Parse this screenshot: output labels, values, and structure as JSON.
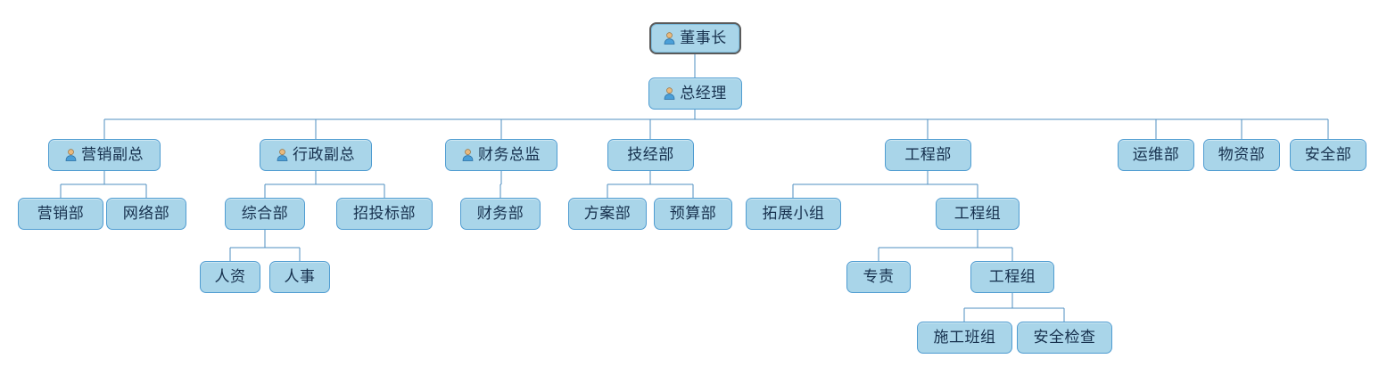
{
  "chart_data": {
    "type": "diagram",
    "subtype": "organization-chart",
    "title": "",
    "orientation": "top-down",
    "colors": {
      "node_fill": "#a9d5e9",
      "node_border": "#4f9cd1",
      "node_text": "#16304d",
      "edge": "#4f8fc0",
      "selected_border": "#5a5a5a",
      "background": "#ffffff"
    },
    "nodes": [
      {
        "id": "n1",
        "label": "董事长",
        "icon": "person-icon",
        "level": 1,
        "selected": true,
        "parent": null
      },
      {
        "id": "n2",
        "label": "总经理",
        "icon": "person-icon",
        "level": 2,
        "selected": false,
        "parent": "n1"
      },
      {
        "id": "n3",
        "label": "营销副总",
        "icon": "person-icon",
        "level": 3,
        "selected": false,
        "parent": "n2"
      },
      {
        "id": "n4",
        "label": "行政副总",
        "icon": "person-icon",
        "level": 3,
        "selected": false,
        "parent": "n2"
      },
      {
        "id": "n5",
        "label": "财务总监",
        "icon": "person-icon",
        "level": 3,
        "selected": false,
        "parent": "n2"
      },
      {
        "id": "n6",
        "label": "技经部",
        "icon": null,
        "level": 3,
        "selected": false,
        "parent": "n2"
      },
      {
        "id": "n7",
        "label": "工程部",
        "icon": null,
        "level": 3,
        "selected": false,
        "parent": "n2"
      },
      {
        "id": "n8",
        "label": "运维部",
        "icon": null,
        "level": 3,
        "selected": false,
        "parent": "n2"
      },
      {
        "id": "n9",
        "label": "物资部",
        "icon": null,
        "level": 3,
        "selected": false,
        "parent": "n2"
      },
      {
        "id": "n10",
        "label": "安全部",
        "icon": null,
        "level": 3,
        "selected": false,
        "parent": "n2"
      },
      {
        "id": "n11",
        "label": "营销部",
        "icon": null,
        "level": 4,
        "selected": false,
        "parent": "n3"
      },
      {
        "id": "n12",
        "label": "网络部",
        "icon": null,
        "level": 4,
        "selected": false,
        "parent": "n3"
      },
      {
        "id": "n13",
        "label": "综合部",
        "icon": null,
        "level": 4,
        "selected": false,
        "parent": "n4"
      },
      {
        "id": "n14",
        "label": "招投标部",
        "icon": null,
        "level": 4,
        "selected": false,
        "parent": "n4"
      },
      {
        "id": "n15",
        "label": "财务部",
        "icon": null,
        "level": 4,
        "selected": false,
        "parent": "n5"
      },
      {
        "id": "n16",
        "label": "方案部",
        "icon": null,
        "level": 4,
        "selected": false,
        "parent": "n6"
      },
      {
        "id": "n17",
        "label": "预算部",
        "icon": null,
        "level": 4,
        "selected": false,
        "parent": "n6"
      },
      {
        "id": "n18",
        "label": "拓展小组",
        "icon": null,
        "level": 4,
        "selected": false,
        "parent": "n7"
      },
      {
        "id": "n19",
        "label": "工程组",
        "icon": null,
        "level": 4,
        "selected": false,
        "parent": "n7"
      },
      {
        "id": "n20",
        "label": "人资",
        "icon": null,
        "level": 5,
        "selected": false,
        "parent": "n13"
      },
      {
        "id": "n21",
        "label": "人事",
        "icon": null,
        "level": 5,
        "selected": false,
        "parent": "n13"
      },
      {
        "id": "n22",
        "label": "专责",
        "icon": null,
        "level": 5,
        "selected": false,
        "parent": "n19"
      },
      {
        "id": "n23",
        "label": "工程组",
        "icon": null,
        "level": 5,
        "selected": false,
        "parent": "n19"
      },
      {
        "id": "n24",
        "label": "施工班组",
        "icon": null,
        "level": 6,
        "selected": false,
        "parent": "n23"
      },
      {
        "id": "n25",
        "label": "安全检查",
        "icon": null,
        "level": 6,
        "selected": false,
        "parent": "n23"
      }
    ]
  },
  "nodes": {
    "n1": {
      "label": "董事长"
    },
    "n2": {
      "label": "总经理"
    },
    "n3": {
      "label": "营销副总"
    },
    "n4": {
      "label": "行政副总"
    },
    "n5": {
      "label": "财务总监"
    },
    "n6": {
      "label": "技经部"
    },
    "n7": {
      "label": "工程部"
    },
    "n8": {
      "label": "运维部"
    },
    "n9": {
      "label": "物资部"
    },
    "n10": {
      "label": "安全部"
    },
    "n11": {
      "label": "营销部"
    },
    "n12": {
      "label": "网络部"
    },
    "n13": {
      "label": "综合部"
    },
    "n14": {
      "label": "招投标部"
    },
    "n15": {
      "label": "财务部"
    },
    "n16": {
      "label": "方案部"
    },
    "n17": {
      "label": "预算部"
    },
    "n18": {
      "label": "拓展小组"
    },
    "n19": {
      "label": "工程组"
    },
    "n20": {
      "label": "人资"
    },
    "n21": {
      "label": "人事"
    },
    "n22": {
      "label": "专责"
    },
    "n23": {
      "label": "工程组"
    },
    "n24": {
      "label": "施工班组"
    },
    "n25": {
      "label": "安全检查"
    }
  }
}
